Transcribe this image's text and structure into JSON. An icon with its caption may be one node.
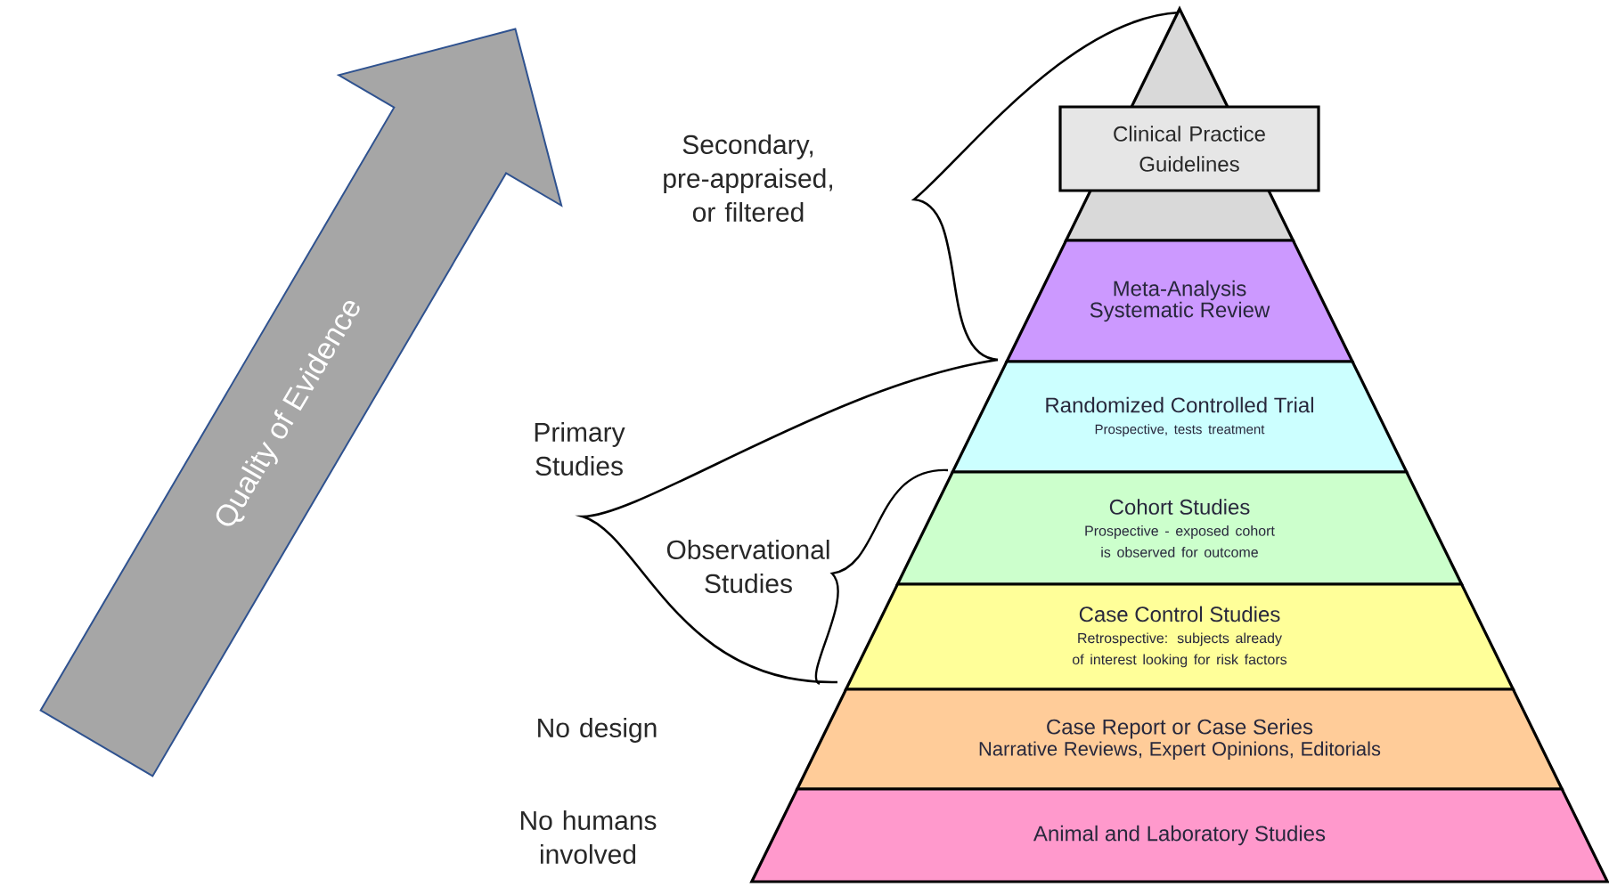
{
  "diagram": {
    "nodes": [
      {
        "text": [
          "Quality of Evidence"
        ]
      },
      {
        "text": [
          "Clinical Practice Guidelines"
        ]
      },
      {
        "text": [
          "Meta-Analysis Systematic Review"
        ]
      },
      {
        "text": [
          "Randomized Controlled Trial",
          "Prospective, tests treatment"
        ]
      },
      {
        "text": [
          "Cohort Studies",
          "Prospective - exposed cohort is observed for outcome"
        ]
      },
      {
        "text": [
          "Case Control Studies",
          "Retrospective: subjects already of interest looking for risk factors"
        ]
      },
      {
        "text": [
          "Case Report or Case Series",
          "Narrative Reviews, Expert Opinions, Editorials"
        ]
      },
      {
        "text": [
          "Animal and Laboratory Studies"
        ]
      }
    ],
    "edges": [],
    "labels": [
      "Secondary, pre-appraised, or filtered",
      "Primary Studies",
      "Observational Studies",
      "No design",
      "No humans involved"
    ]
  }
}
